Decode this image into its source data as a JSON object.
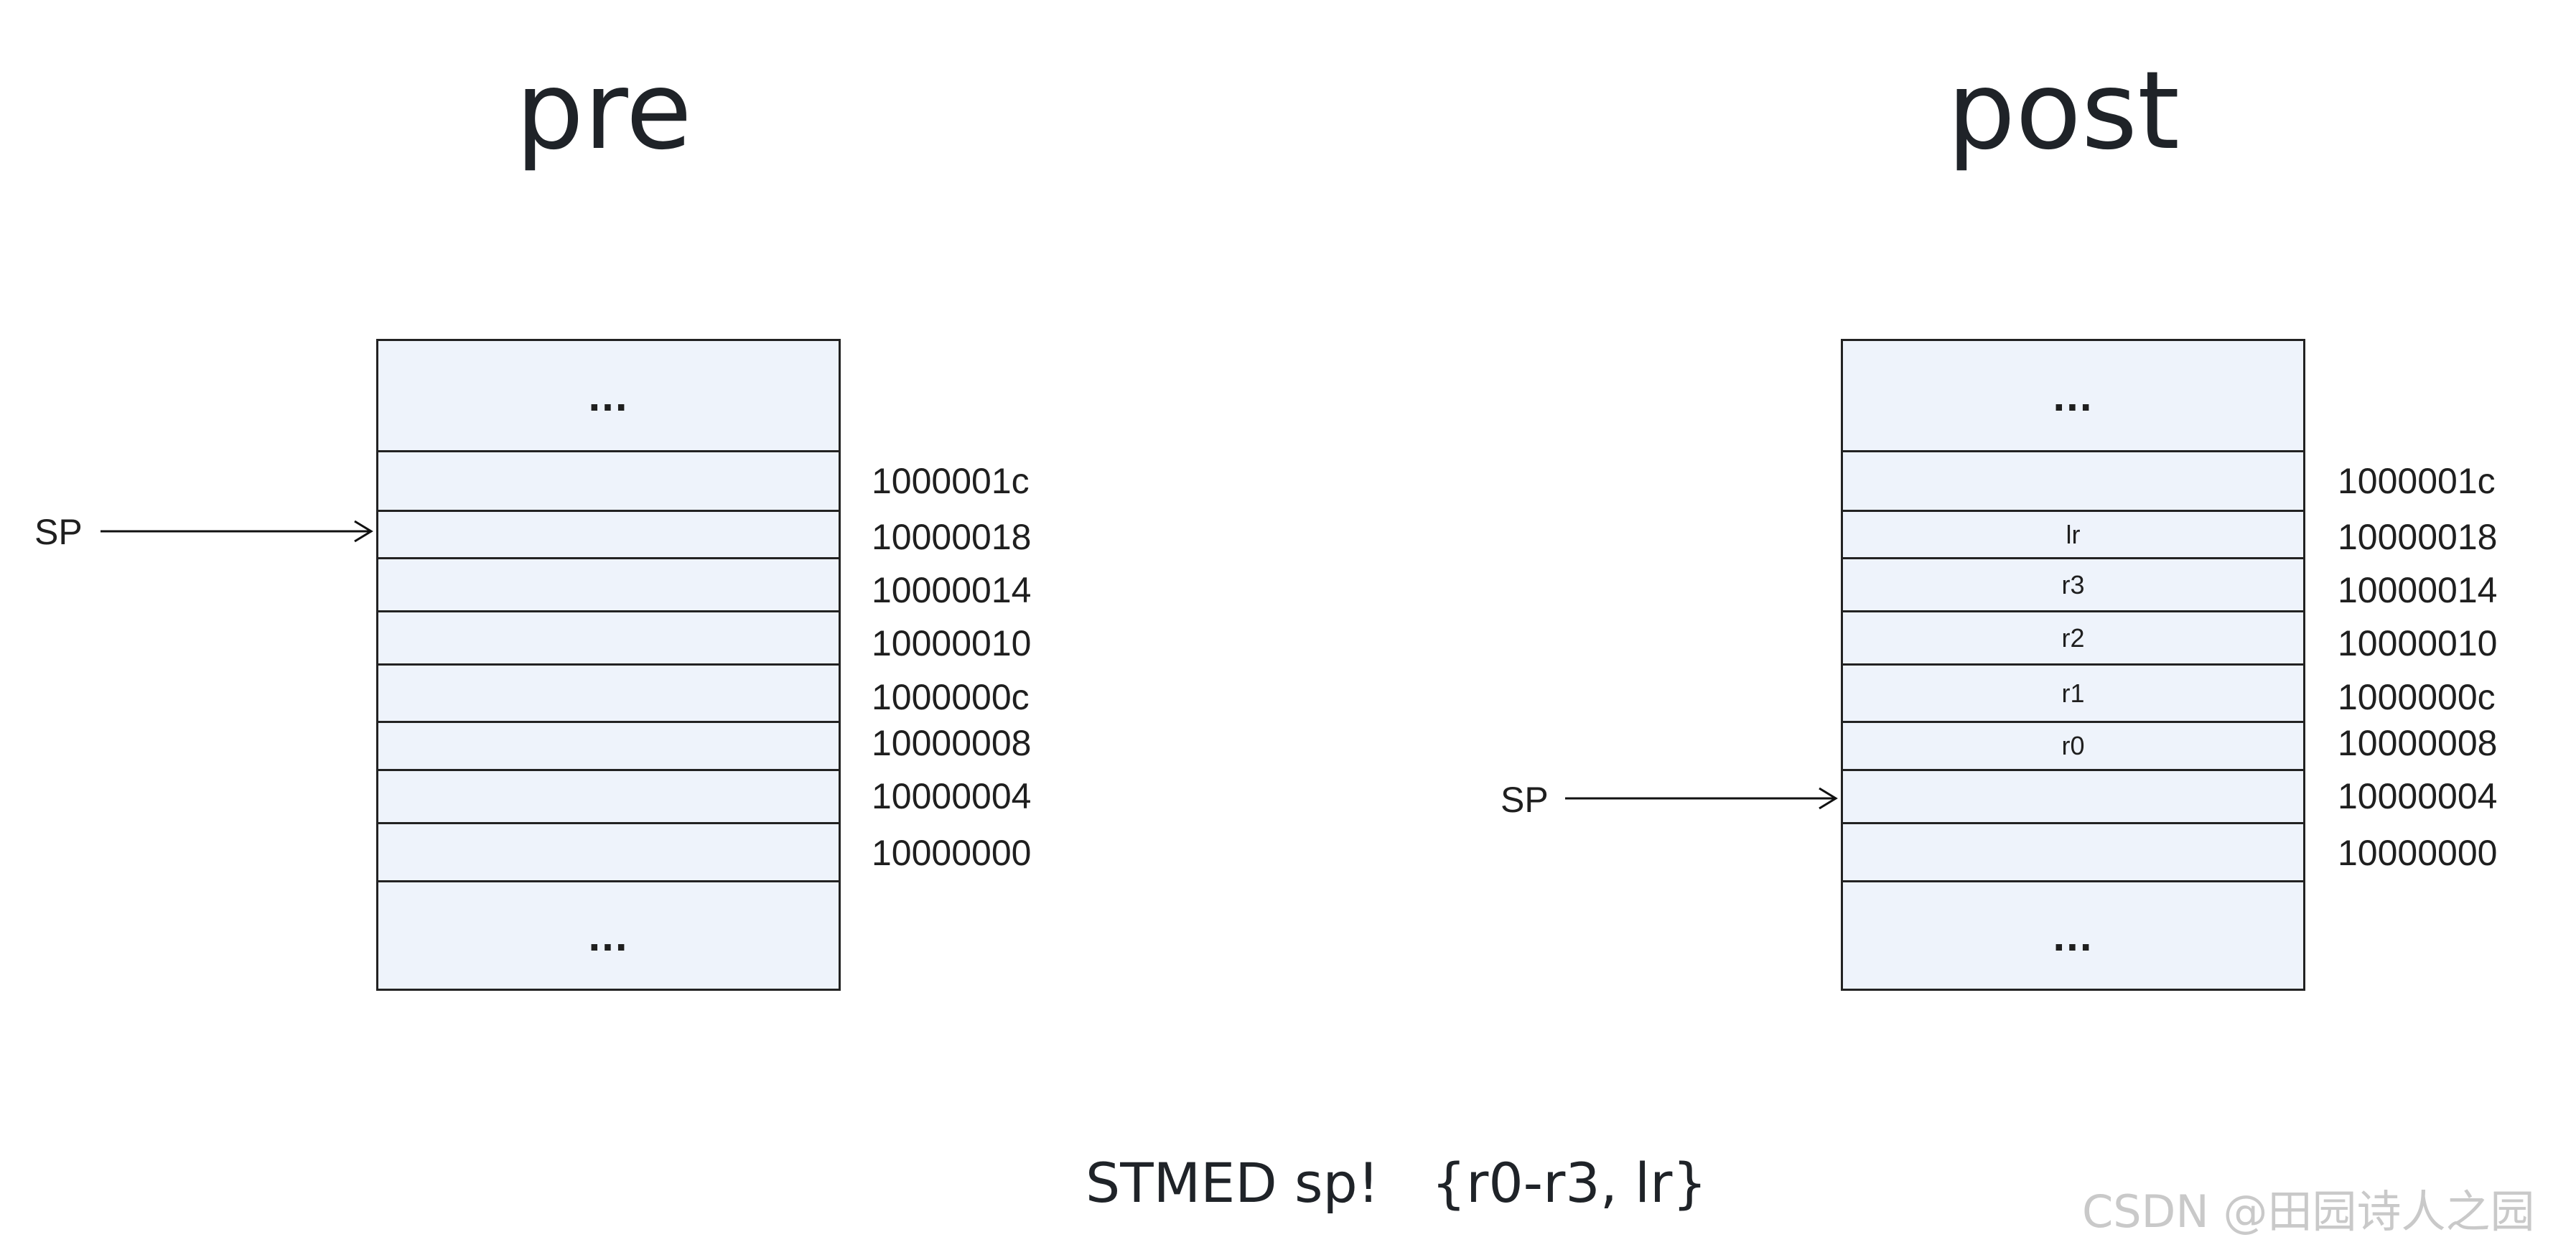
{
  "panels": {
    "pre": {
      "title": "pre",
      "sp_label": "SP",
      "top_ellipsis": "...",
      "bottom_ellipsis": "...",
      "cells": [
        "",
        "",
        "",
        "",
        "",
        "",
        "",
        ""
      ],
      "addresses": [
        "1000001c",
        "10000018",
        "10000014",
        "10000010",
        "1000000c",
        "10000008",
        "10000004",
        "10000000"
      ]
    },
    "post": {
      "title": "post",
      "sp_label": "SP",
      "top_ellipsis": "...",
      "bottom_ellipsis": "...",
      "cells": [
        "",
        "lr",
        "r3",
        "r2",
        "r1",
        "r0",
        "",
        ""
      ],
      "addresses": [
        "1000001c",
        "10000018",
        "10000014",
        "10000010",
        "1000000c",
        "10000008",
        "10000004",
        "10000000"
      ]
    }
  },
  "instruction": "STMED sp!   {r0-r3, lr}",
  "watermark": "CSDN @田园诗人之园"
}
